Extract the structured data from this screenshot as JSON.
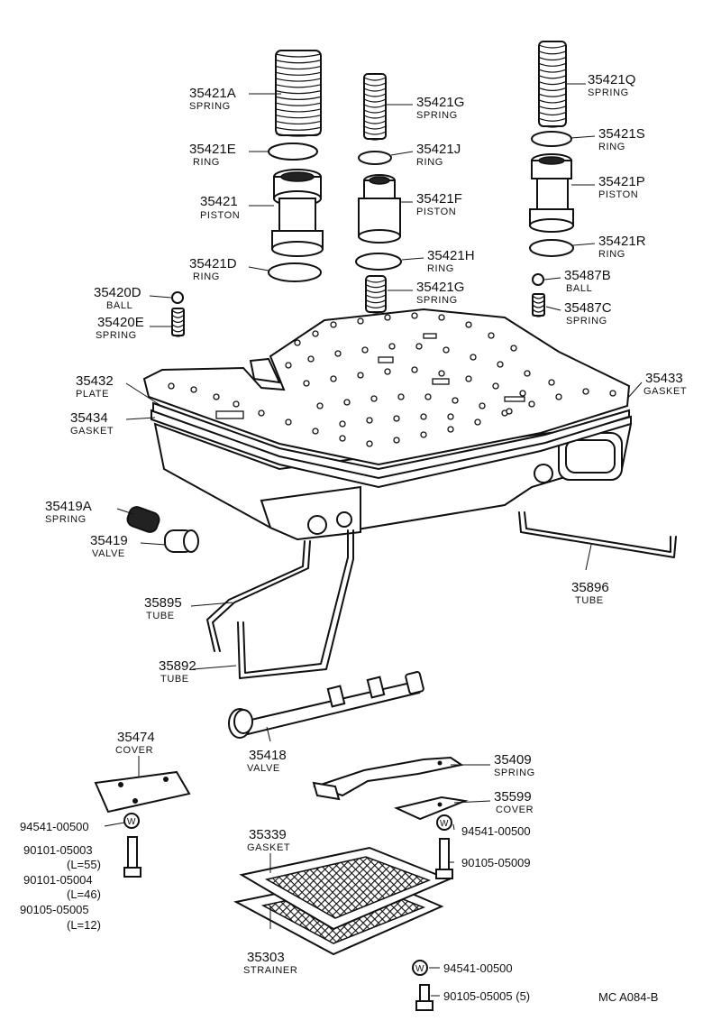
{
  "labels": {
    "spring_35421a": {
      "part": "35421A",
      "name": "SPRING"
    },
    "ring_35421e": {
      "part": "35421E",
      "name": "RING"
    },
    "piston_35421": {
      "part": "35421",
      "name": "PISTON"
    },
    "ring_35421d": {
      "part": "35421D",
      "name": "RING"
    },
    "spring_35421g_top": {
      "part": "35421G",
      "name": "SPRING"
    },
    "ring_35421j": {
      "part": "35421J",
      "name": "RING"
    },
    "piston_35421f": {
      "part": "35421F",
      "name": "PISTON"
    },
    "ring_35421h": {
      "part": "35421H",
      "name": "RING"
    },
    "spring_35421g_bottom": {
      "part": "35421G",
      "name": "SPRING"
    },
    "spring_35421q": {
      "part": "35421Q",
      "name": "SPRING"
    },
    "ring_35421s": {
      "part": "35421S",
      "name": "RING"
    },
    "piston_35421p": {
      "part": "35421P",
      "name": "PISTON"
    },
    "ring_35421r": {
      "part": "35421R",
      "name": "RING"
    },
    "ball_35487b": {
      "part": "35487B",
      "name": "BALL"
    },
    "spring_35487c": {
      "part": "35487C",
      "name": "SPRING"
    },
    "ball_35420d": {
      "part": "35420D",
      "name": "BALL"
    },
    "spring_35420e": {
      "part": "35420E",
      "name": "SPRING"
    },
    "plate_35432": {
      "part": "35432",
      "name": "PLATE"
    },
    "gasket_35434": {
      "part": "35434",
      "name": "GASKET"
    },
    "gasket_35433": {
      "part": "35433",
      "name": "GASKET"
    },
    "spring_35419a": {
      "part": "35419A",
      "name": "SPRING"
    },
    "valve_35419": {
      "part": "35419",
      "name": "VALVE"
    },
    "tube_35895": {
      "part": "35895",
      "name": "TUBE"
    },
    "tube_35892": {
      "part": "35892",
      "name": "TUBE"
    },
    "tube_35896": {
      "part": "35896",
      "name": "TUBE"
    },
    "valve_35418": {
      "part": "35418",
      "name": "VALVE"
    },
    "cover_35474": {
      "part": "35474",
      "name": "COVER"
    },
    "spring_35409": {
      "part": "35409",
      "name": "SPRING"
    },
    "cover_35599": {
      "part": "35599",
      "name": "COVER"
    },
    "gasket_35339": {
      "part": "35339",
      "name": "GASKET"
    },
    "strainer_35303": {
      "part": "35303",
      "name": "STRAINER"
    }
  },
  "fasteners": {
    "washer_left": "94541-00500",
    "bolt_left_1": "90101-05003",
    "bolt_left_1_len": "(L=55)",
    "bolt_left_2": "90101-05004",
    "bolt_left_2_len": "(L=46)",
    "bolt_left_3": "90105-05005",
    "bolt_left_3_len": "(L=12)",
    "washer_right": "94541-00500",
    "bolt_right": "90105-05009",
    "washer_bottom": "94541-00500",
    "bolt_bottom": "90105-05005 (5)",
    "washer_mark": "W"
  },
  "diagram_code": "MC  A084-B"
}
